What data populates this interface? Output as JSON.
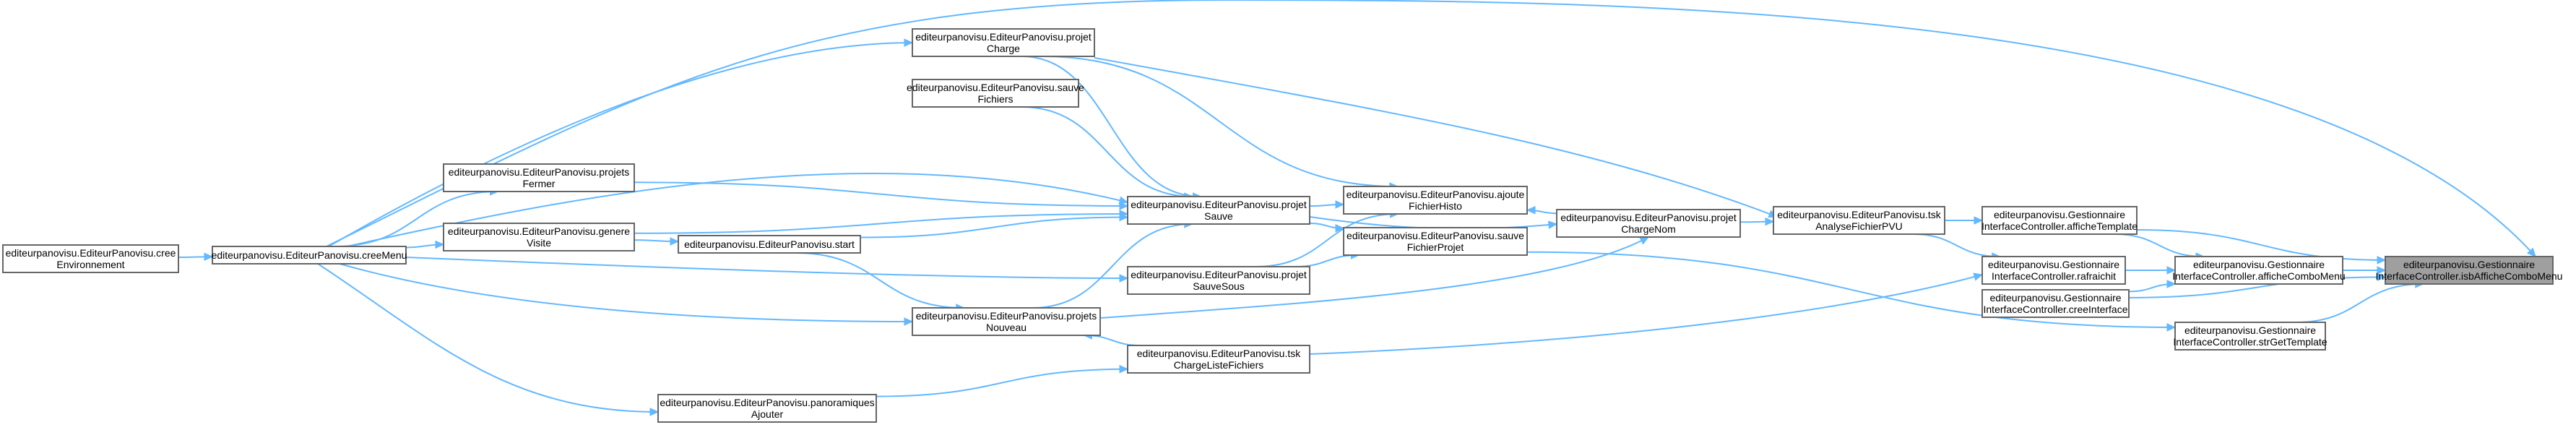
{
  "nodes": [
    {
      "id": "root",
      "lines": [
        "editeurpanovisu.Gestionnaire",
        "InterfaceController.isbAfficheComboMenu"
      ],
      "highlight": true
    },
    {
      "id": "afficheComboMenu",
      "lines": [
        "editeurpanovisu.Gestionnaire",
        "InterfaceController.afficheComboMenu"
      ]
    },
    {
      "id": "creeInterface",
      "lines": [
        "editeurpanovisu.Gestionnaire",
        "InterfaceController.creeInterface"
      ]
    },
    {
      "id": "strGetTemplate",
      "lines": [
        "editeurpanovisu.Gestionnaire",
        "InterfaceController.strGetTemplate"
      ]
    },
    {
      "id": "afficheTemplate",
      "lines": [
        "editeurpanovisu.Gestionnaire",
        "InterfaceController.afficheTemplate"
      ]
    },
    {
      "id": "rafraichit",
      "lines": [
        "editeurpanovisu.Gestionnaire",
        "InterfaceController.rafraichit"
      ]
    },
    {
      "id": "tskAnalyse",
      "lines": [
        "editeurpanovisu.EditeurPanovisu.tsk",
        "AnalyseFichierPVU"
      ]
    },
    {
      "id": "projetChargeNom",
      "lines": [
        "editeurpanovisu.EditeurPanovisu.projet",
        "ChargeNom"
      ]
    },
    {
      "id": "ajouteFichierHisto",
      "lines": [
        "editeurpanovisu.EditeurPanovisu.ajoute",
        "FichierHisto"
      ]
    },
    {
      "id": "sauveFichierProjet",
      "lines": [
        "editeurpanovisu.EditeurPanovisu.sauve",
        "FichierProjet"
      ]
    },
    {
      "id": "projetCharge",
      "lines": [
        "editeurpanovisu.EditeurPanovisu.projet",
        "Charge"
      ]
    },
    {
      "id": "sauveFichiers",
      "lines": [
        "editeurpanovisu.EditeurPanovisu.sauve",
        "Fichiers"
      ]
    },
    {
      "id": "projetSauve",
      "lines": [
        "editeurpanovisu.EditeurPanovisu.projet",
        "Sauve"
      ]
    },
    {
      "id": "projetSauveSous",
      "lines": [
        "editeurpanovisu.EditeurPanovisu.projet",
        "SauveSous"
      ]
    },
    {
      "id": "projetsNouveau",
      "lines": [
        "editeurpanovisu.EditeurPanovisu.projets",
        "Nouveau"
      ]
    },
    {
      "id": "tskChargeListe",
      "lines": [
        "editeurpanovisu.EditeurPanovisu.tsk",
        "ChargeListeFichiers"
      ]
    },
    {
      "id": "start",
      "lines": [
        "editeurpanovisu.EditeurPanovisu.start"
      ]
    },
    {
      "id": "projetsFermer",
      "lines": [
        "editeurpanovisu.EditeurPanovisu.projets",
        "Fermer"
      ]
    },
    {
      "id": "genereVisite",
      "lines": [
        "editeurpanovisu.EditeurPanovisu.genere",
        "Visite"
      ]
    },
    {
      "id": "panoramiquesAjouter",
      "lines": [
        "editeurpanovisu.EditeurPanovisu.panoramiques",
        "Ajouter"
      ]
    },
    {
      "id": "creeMenu",
      "lines": [
        "editeurpanovisu.EditeurPanovisu.creeMenu"
      ]
    },
    {
      "id": "creeEnvironnement",
      "lines": [
        "editeurpanovisu.EditeurPanovisu.cree",
        "Environnement"
      ]
    }
  ],
  "edges": [
    {
      "from": "afficheComboMenu",
      "to": "root"
    },
    {
      "from": "creeInterface",
      "to": "root"
    },
    {
      "from": "strGetTemplate",
      "to": "root"
    },
    {
      "from": "afficheTemplate",
      "to": "root"
    },
    {
      "from": "creeMenu",
      "to": "root"
    },
    {
      "from": "afficheTemplate",
      "to": "afficheComboMenu"
    },
    {
      "from": "rafraichit",
      "to": "afficheComboMenu"
    },
    {
      "from": "creeInterface",
      "to": "afficheComboMenu"
    },
    {
      "from": "tskAnalyse",
      "to": "afficheTemplate"
    },
    {
      "from": "tskAnalyse",
      "to": "rafraichit"
    },
    {
      "from": "tskChargeListe",
      "to": "rafraichit"
    },
    {
      "from": "projetChargeNom",
      "to": "tskAnalyse"
    },
    {
      "from": "projetCharge",
      "to": "tskAnalyse"
    },
    {
      "from": "sauveFichierProjet",
      "to": "strGetTemplate"
    },
    {
      "from": "projetChargeNom",
      "to": "ajouteFichierHisto"
    },
    {
      "from": "projetSauve",
      "to": "projetChargeNom"
    },
    {
      "from": "projetsNouveau",
      "to": "projetChargeNom"
    },
    {
      "from": "projetCharge",
      "to": "ajouteFichierHisto"
    },
    {
      "from": "projetSauve",
      "to": "ajouteFichierHisto"
    },
    {
      "from": "projetSauveSous",
      "to": "ajouteFichierHisto"
    },
    {
      "from": "projetSauve",
      "to": "sauveFichierProjet"
    },
    {
      "from": "projetSauveSous",
      "to": "sauveFichierProjet"
    },
    {
      "from": "projetCharge",
      "to": "projetSauve"
    },
    {
      "from": "sauveFichiers",
      "to": "projetSauve"
    },
    {
      "from": "projetsFermer",
      "to": "projetSauve"
    },
    {
      "from": "genereVisite",
      "to": "projetSauve"
    },
    {
      "from": "start",
      "to": "projetSauve"
    },
    {
      "from": "projetsNouveau",
      "to": "projetSauve"
    },
    {
      "from": "tskChargeListe",
      "to": "projetsNouveau"
    },
    {
      "from": "panoramiquesAjouter",
      "to": "tskChargeListe"
    },
    {
      "from": "start",
      "to": "projetsNouveau"
    },
    {
      "from": "genereVisite",
      "to": "start"
    },
    {
      "from": "creeMenu",
      "to": "genereVisite"
    },
    {
      "from": "creeMenu",
      "to": "projetsFermer"
    },
    {
      "from": "creeMenu",
      "to": "projetSauveSous"
    },
    {
      "from": "creeMenu",
      "to": "projetsNouveau"
    },
    {
      "from": "creeMenu",
      "to": "panoramiquesAjouter"
    },
    {
      "from": "creeMenu",
      "to": "projetCharge"
    },
    {
      "from": "creeMenu",
      "to": "projetSauve"
    },
    {
      "from": "creeEnvironnement",
      "to": "creeMenu"
    }
  ]
}
